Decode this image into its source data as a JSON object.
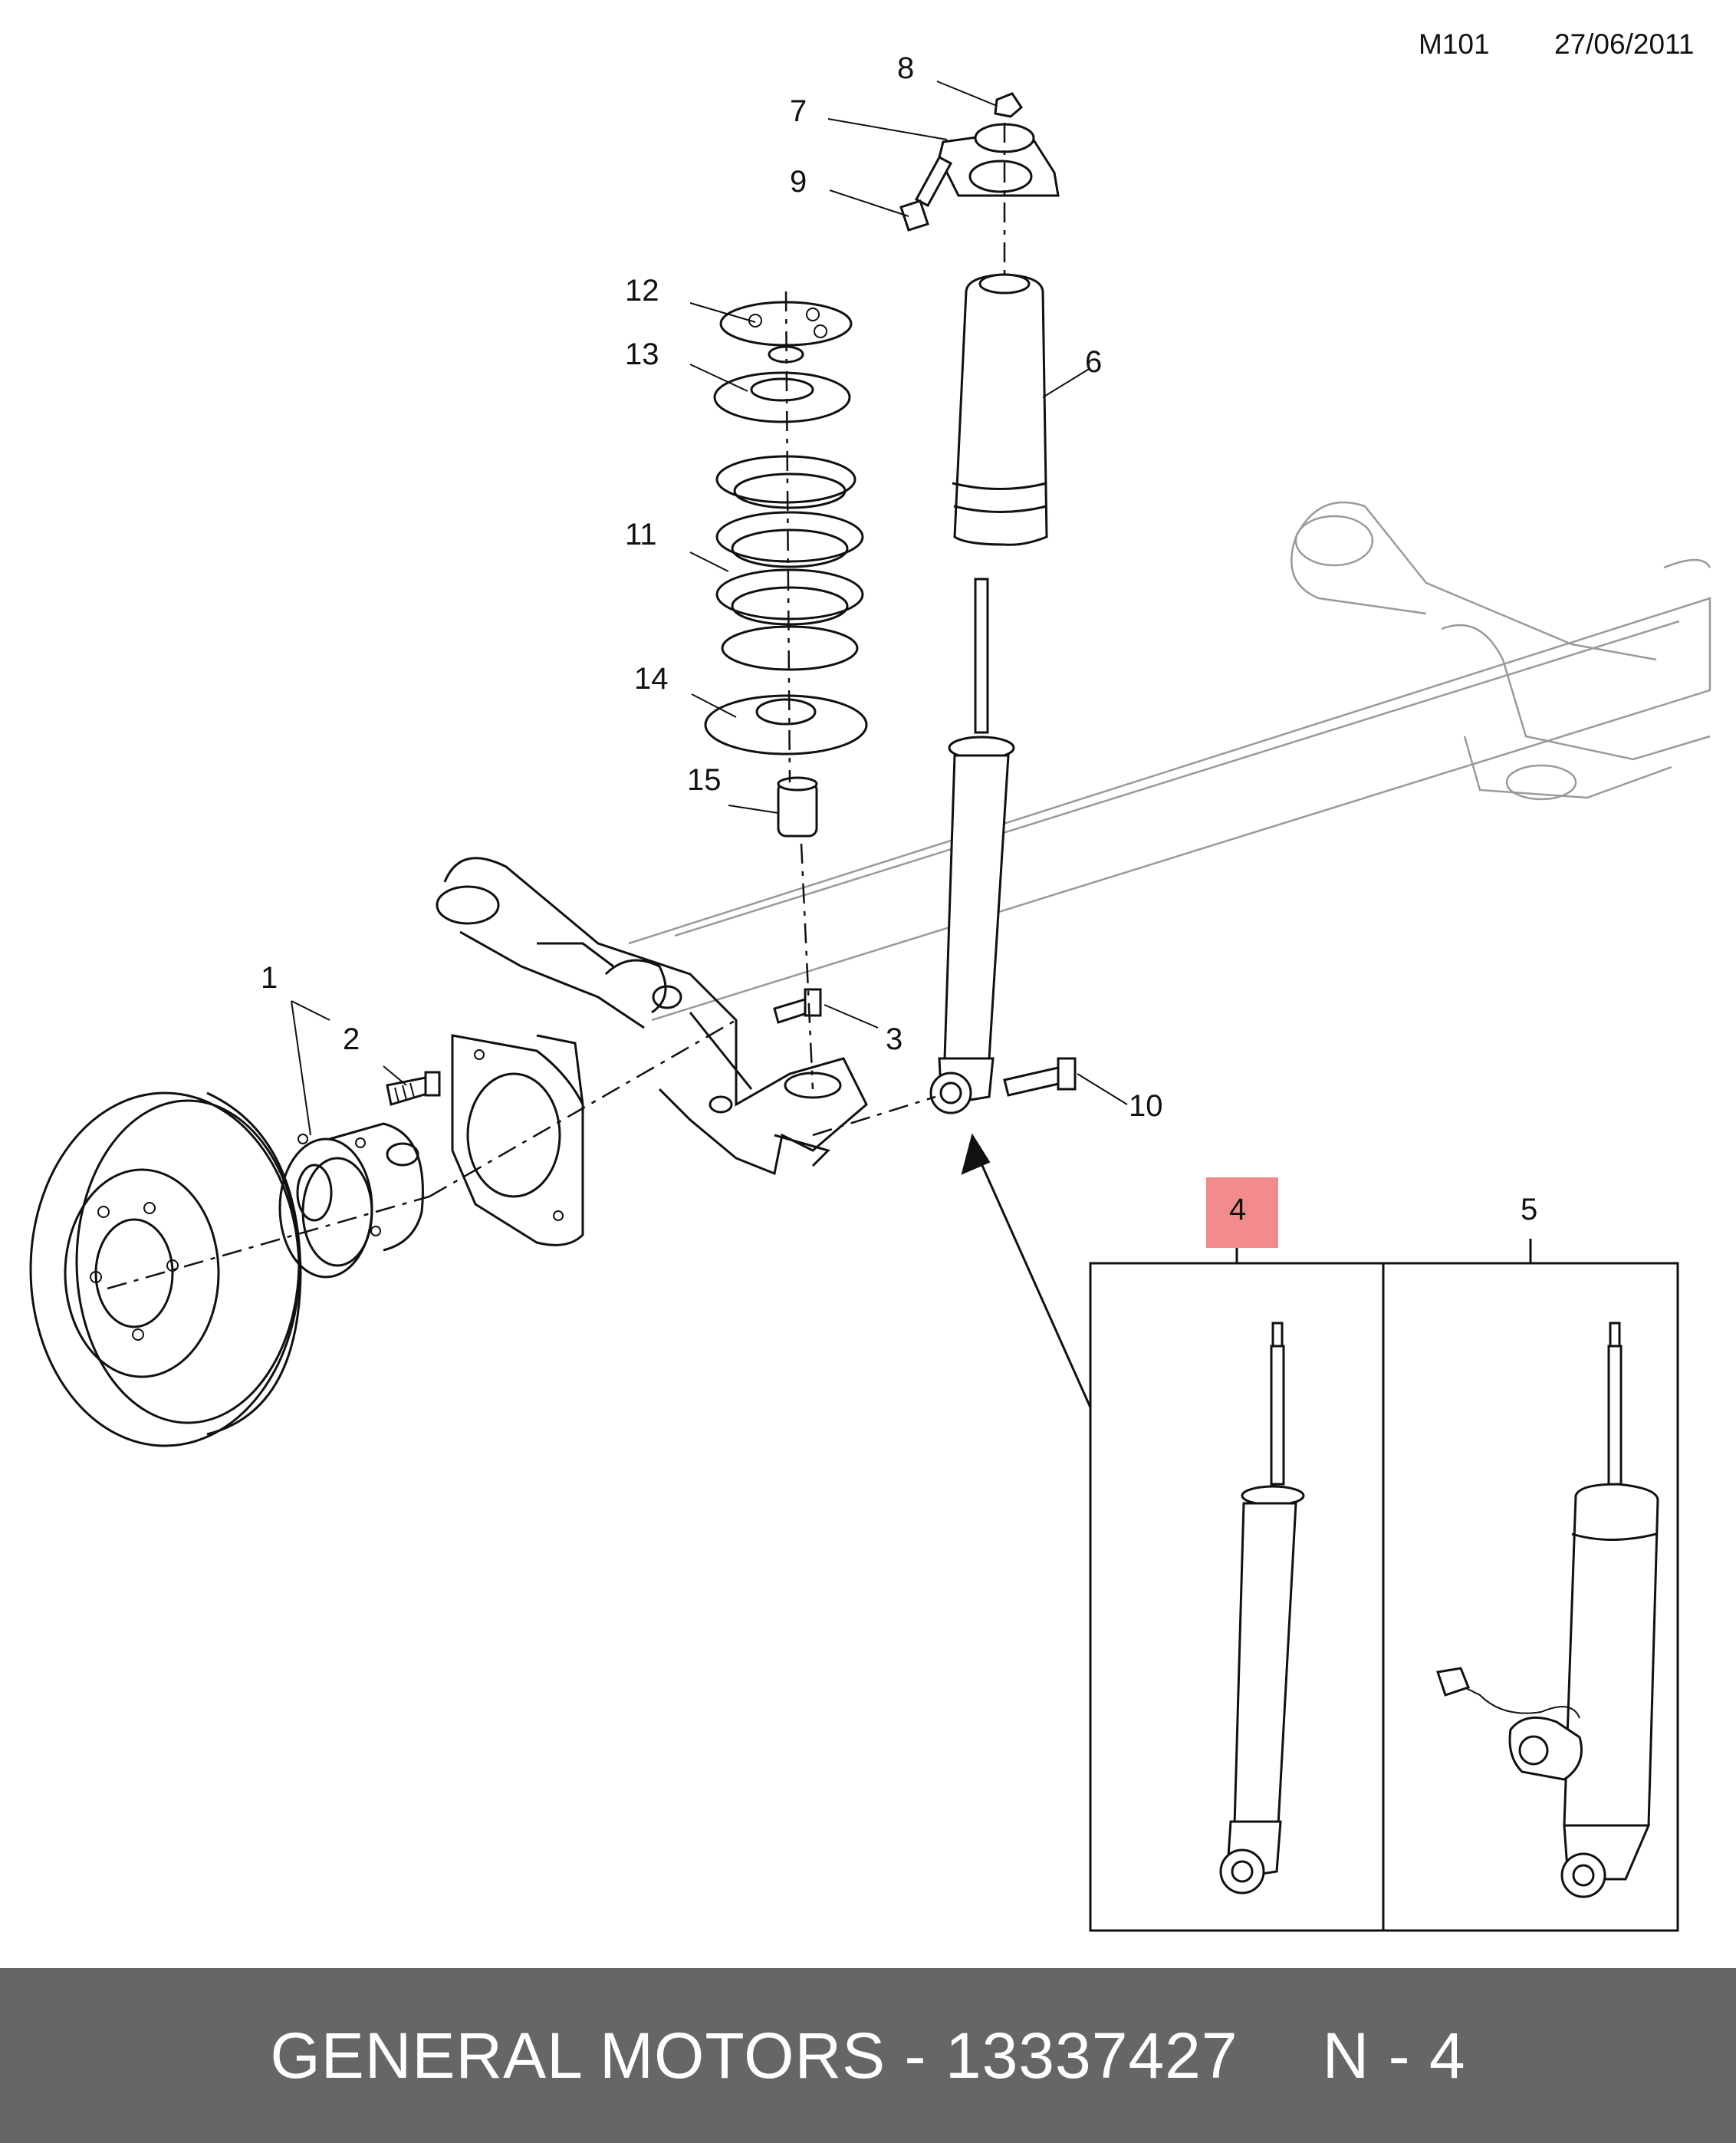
{
  "header": {
    "code": "M101",
    "date": "27/06/2011"
  },
  "callouts": {
    "c1": "1",
    "c2": "2",
    "c3": "3",
    "c4": "4",
    "c5": "5",
    "c6": "6",
    "c7": "7",
    "c8": "8",
    "c9": "9",
    "c10": "10",
    "c11": "11",
    "c12": "12",
    "c13": "13",
    "c14": "14",
    "c15": "15"
  },
  "highlight": {
    "part": "4",
    "color": "#f28b8b"
  },
  "footer": {
    "brand": "GENERAL MOTORS",
    "separator": "-",
    "part_number": "13337427",
    "ref": "N - 4"
  }
}
